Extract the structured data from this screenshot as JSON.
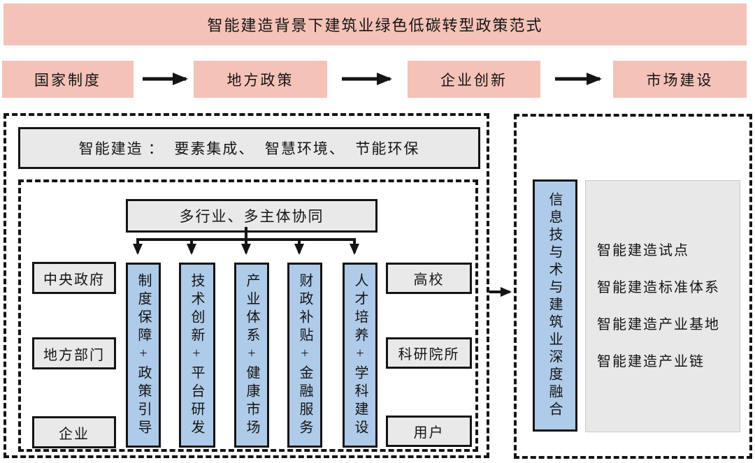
{
  "figure": {
    "title": "智能建造背景下建筑业绿色低碳转型政策范式"
  },
  "flow_steps": [
    "国家制度",
    "地方政策",
    "企业创新",
    "市场建设"
  ],
  "left_panel": {
    "header": "智能建造 ：  要素集成、  智慧环境、  节能环保",
    "coordination": "多行业、多主体协同",
    "pillars": [
      "制度保障+政策引导",
      "技术创新+平台研发",
      "产业体系+健康市场",
      "财政补贴+金融服务",
      "人才培养+学科建设"
    ],
    "government_actors": [
      "中央政府",
      "地方部门",
      "企业"
    ],
    "knowledge_actors": [
      "高校",
      "科研院所",
      "用户"
    ]
  },
  "right_panel": {
    "integration_label": "信息技与术与建筑业深度融合",
    "outcomes": [
      "智能建造试点",
      "智能建造标准体系",
      "智能建造产业基地",
      "智能建造产业链"
    ]
  },
  "colors": {
    "pink": "#f4c2b7",
    "blue": "#aecbe9",
    "box_gray": "#e9e9e9",
    "panel_gray": "#e8e8e8",
    "line": "#141414"
  }
}
